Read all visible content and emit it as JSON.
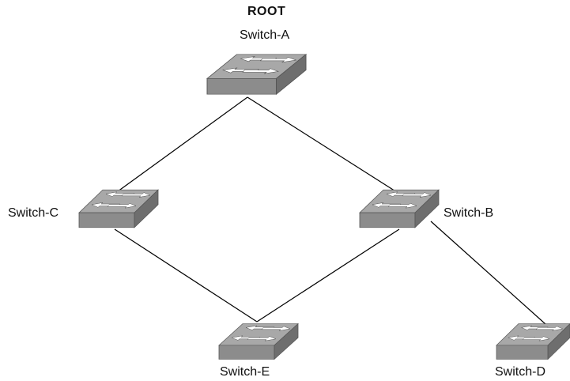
{
  "root_label": "ROOT",
  "switches": {
    "a": {
      "label": "Switch-A"
    },
    "b": {
      "label": "Switch-B"
    },
    "c": {
      "label": "Switch-C"
    },
    "d": {
      "label": "Switch-D"
    },
    "e": {
      "label": "Switch-E"
    }
  },
  "links": [
    {
      "from": "Switch-A",
      "to": "Switch-C"
    },
    {
      "from": "Switch-A",
      "to": "Switch-B"
    },
    {
      "from": "Switch-C",
      "to": "Switch-E"
    },
    {
      "from": "Switch-B",
      "to": "Switch-E"
    },
    {
      "from": "Switch-B",
      "to": "Switch-D"
    }
  ],
  "colors": {
    "switch_top": "#a8a8a8",
    "switch_front": "#8c8c8c",
    "switch_side": "#6e6e6e",
    "arrow": "#ffffff",
    "link": "#000000"
  }
}
